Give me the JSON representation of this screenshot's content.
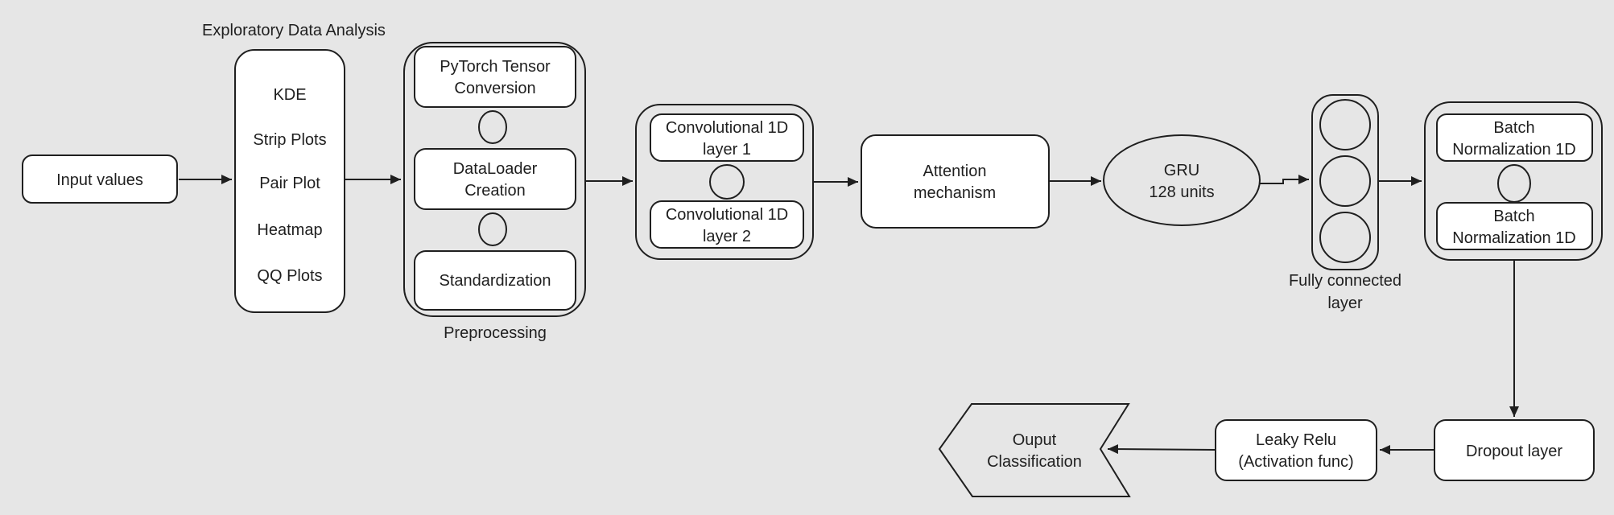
{
  "colors": {
    "background": "#e6e6e6",
    "stroke": "#1f1f1f",
    "node_fill": "#ffffff",
    "text": "#1f1f1f"
  },
  "flow": {
    "input": {
      "label": "Input values"
    },
    "eda": {
      "title": "Exploratory Data Analysis",
      "items": [
        "KDE",
        "Strip Plots",
        "Pair Plot",
        "Heatmap",
        "QQ Plots"
      ]
    },
    "preprocessing": {
      "caption": "Preprocessing",
      "step1": {
        "line1": "PyTorch Tensor",
        "line2": "Conversion"
      },
      "step2": {
        "line1": "DataLoader",
        "line2": "Creation"
      },
      "step3": {
        "line1": "Standardization"
      }
    },
    "conv": {
      "layer1": {
        "line1": "Convolutional 1D",
        "line2": "layer 1"
      },
      "layer2": {
        "line1": "Convolutional 1D",
        "line2": "layer 2"
      }
    },
    "attention": {
      "line1": "Attention",
      "line2": "mechanism"
    },
    "gru": {
      "line1": "GRU",
      "line2": "128 units"
    },
    "fully_connected": {
      "caption_line1": "Fully connected",
      "caption_line2": "layer"
    },
    "batch_norm": {
      "box1": {
        "line1": "Batch",
        "line2": "Normalization 1D"
      },
      "box2": {
        "line1": "Batch",
        "line2": "Normalization 1D"
      }
    },
    "dropout": {
      "label": "Dropout layer"
    },
    "leaky_relu": {
      "line1": "Leaky Relu",
      "line2": "(Activation func)"
    },
    "output": {
      "line1": "Ouput",
      "line2": "Classification"
    }
  }
}
